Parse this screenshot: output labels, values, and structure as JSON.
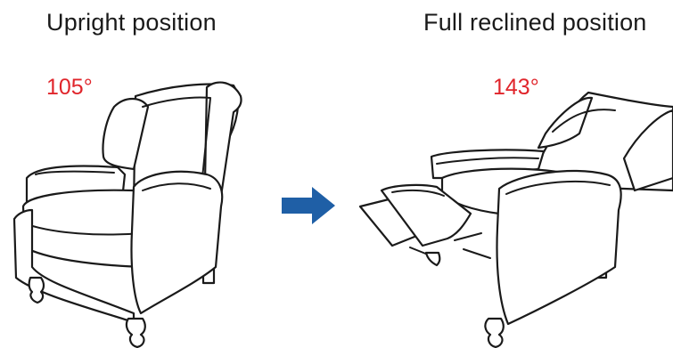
{
  "captions": {
    "upright": "Upright position",
    "reclined": "Full reclined position"
  },
  "angles": {
    "upright": "105°",
    "reclined": "143°"
  },
  "colors": {
    "angle_text": "#e0252b",
    "arrow": "#1f5fa6",
    "line": "#1a1a1a"
  },
  "icons": {
    "transition": "arrow-right-icon"
  }
}
